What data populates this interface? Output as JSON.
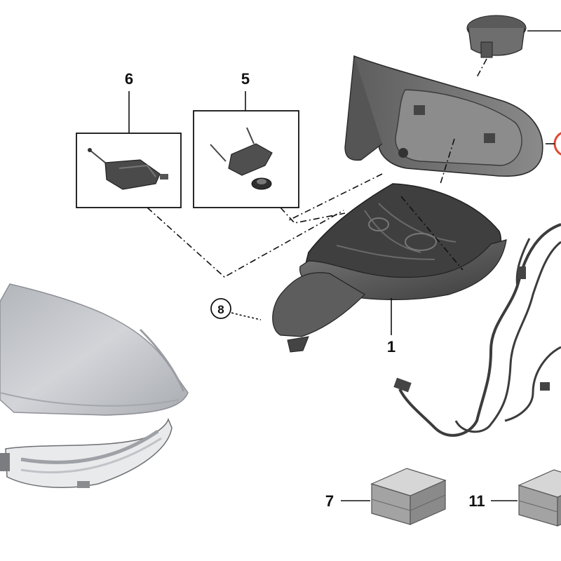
{
  "callouts": {
    "part_1": "1",
    "part_5": "5",
    "part_6": "6",
    "part_7": "7",
    "part_8": "8",
    "part_11": "11"
  },
  "colors": {
    "line": "#111111",
    "part_dark": "#3a3a3a",
    "part_mid": "#6b6b6b",
    "cover_light": "#c9cbcf",
    "box_grey": "#8f8f8f",
    "highlight_red": "#e0472f"
  }
}
